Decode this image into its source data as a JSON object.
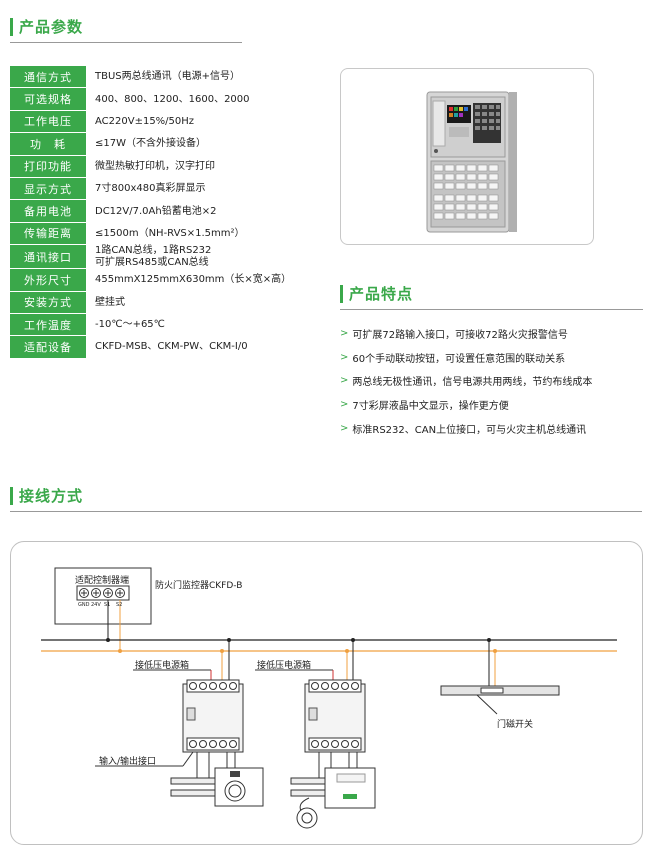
{
  "sections": {
    "params_title": "产品参数",
    "features_title": "产品特点",
    "wiring_title": "接线方式"
  },
  "specs": [
    {
      "label": "通信方式",
      "value": [
        "TBUS两总线通讯（电源+信号）"
      ]
    },
    {
      "label": "可选规格",
      "value": [
        "400、800、1200、1600、2000"
      ]
    },
    {
      "label": "工作电压",
      "value": [
        "AC220V±15%/50Hz"
      ]
    },
    {
      "label": "功　耗",
      "value": [
        "≤17W（不含外接设备）"
      ]
    },
    {
      "label": "打印功能",
      "value": [
        "微型热敏打印机，汉字打印"
      ]
    },
    {
      "label": "显示方式",
      "value": [
        "7寸800x480真彩屏显示"
      ]
    },
    {
      "label": "备用电池",
      "value": [
        "DC12V/7.0Ah铅蓄电池×2"
      ]
    },
    {
      "label": "传输距离",
      "value": [
        "≤1500m（NH-RVS×1.5mm²）"
      ]
    },
    {
      "label": "通讯接口",
      "value": [
        "1路CAN总线，1路RS232",
        "可扩展RS485或CAN总线"
      ]
    },
    {
      "label": "外形尺寸",
      "value": [
        "455mmX125mmX630mm（长×宽×高）"
      ]
    },
    {
      "label": "安装方式",
      "value": [
        "壁挂式"
      ]
    },
    {
      "label": "工作温度",
      "value": [
        "-10℃～+65℃"
      ]
    },
    {
      "label": "适配设备",
      "value": [
        "CKFD-MSB、CKM-PW、CKM-I/0"
      ]
    }
  ],
  "features": [
    "可扩展72路输入接口，可接收72路火灾报警信号",
    "60个手动联动按钮，可设置任意范围的联动关系",
    "两总线无极性通讯，信号电源共用两线，节约布线成本",
    "7寸彩屏液晶中文显示，操作更方便",
    "标准RS232、CAN上位接口，可与火灾主机总线通讯"
  ],
  "feature_marker": ">",
  "diagram": {
    "controller_terminal_label": "适配控制器端",
    "controller_name": "防火门监控器CKFD-B",
    "terminals": [
      "GND",
      "24V",
      "S1",
      "S2"
    ],
    "psu_label_1": "接低压电源箱",
    "psu_label_2": "接低压电源箱",
    "io_label": "输入/输出接口",
    "door_magnet_label": "门磁开关"
  },
  "colors": {
    "accent": "#3aa84a",
    "bus_black": "#222222",
    "bus_orange": "#f0a040",
    "wire_red": "#d03030"
  }
}
